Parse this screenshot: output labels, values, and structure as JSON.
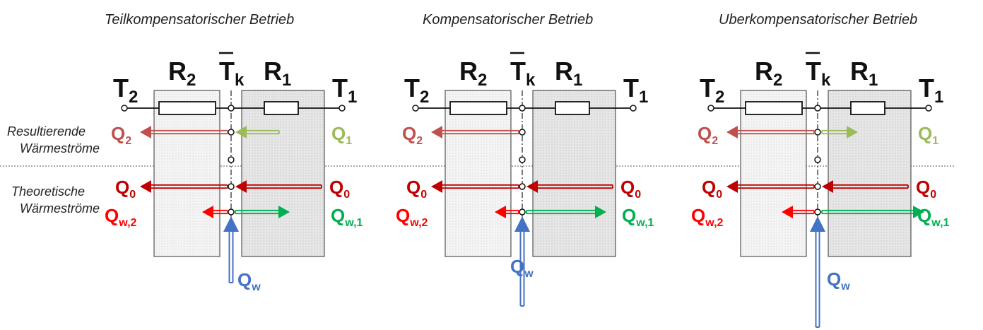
{
  "labels": {
    "row_resultant_1": "Resultierende",
    "row_resultant_2": "Wärmeströme",
    "row_theoretical_1": "Theoretische",
    "row_theoretical_2": "Wärmeströme"
  },
  "symbols": {
    "T": "T",
    "R": "R",
    "Q": "Q",
    "sub_1": "1",
    "sub_2": "2",
    "sub_k": "k",
    "sub_0": "0",
    "sub_w": "w",
    "sub_w1": "w,1",
    "sub_w2": "w,2"
  },
  "colors": {
    "q2": "#c0504d",
    "q1": "#9bbb59",
    "q0": "#c00000",
    "qw2": "#ff0000",
    "qw1": "#00b050",
    "qw": "#4472c4",
    "panel_left": "#f2f2f2",
    "panel_right": "#e4e4e4"
  },
  "panels": [
    {
      "title": "Teilkompensatorischer Betrieb",
      "mode": "partial",
      "q1_label_visible": true
    },
    {
      "title": "Kompensatorischer Betrieb",
      "mode": "compensated",
      "q1_label_visible": false
    },
    {
      "title": "Uberkompensatorischer Betrieb",
      "mode": "over",
      "q1_label_visible": true
    }
  ]
}
